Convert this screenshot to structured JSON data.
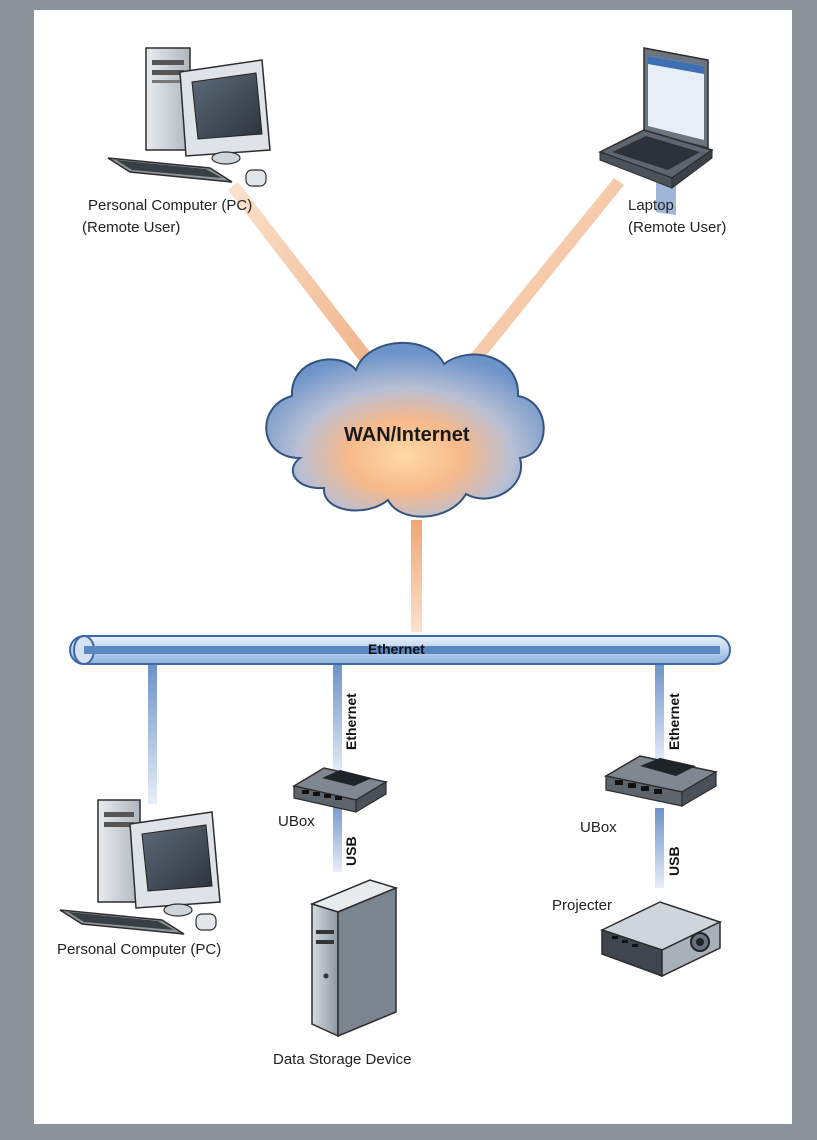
{
  "diagram": {
    "cloud": {
      "label": "WAN/Internet"
    },
    "bus": {
      "label": "Ethernet"
    },
    "remote_pc": {
      "line1": "Personal Computer (PC)",
      "line2": "(Remote User)"
    },
    "remote_laptop": {
      "line1": "Laptop",
      "line2": "(Remote User)"
    },
    "local_pc": {
      "label": "Personal Computer (PC)"
    },
    "ubox_left": {
      "label": "UBox"
    },
    "ubox_right": {
      "label": "UBox"
    },
    "storage": {
      "label": "Data Storage Device"
    },
    "projector": {
      "label": "Projecter"
    },
    "links": {
      "left_ethernet": "Ethernet",
      "left_usb": "USB",
      "right_ethernet": "Ethernet",
      "right_usb": "USB"
    }
  },
  "colors": {
    "frame": "#8a9399",
    "wan_link": "#f0b487",
    "lan_link": "#7e9fce",
    "cloud_edge": "#3a5a8a",
    "bus": "#5b88c4"
  }
}
